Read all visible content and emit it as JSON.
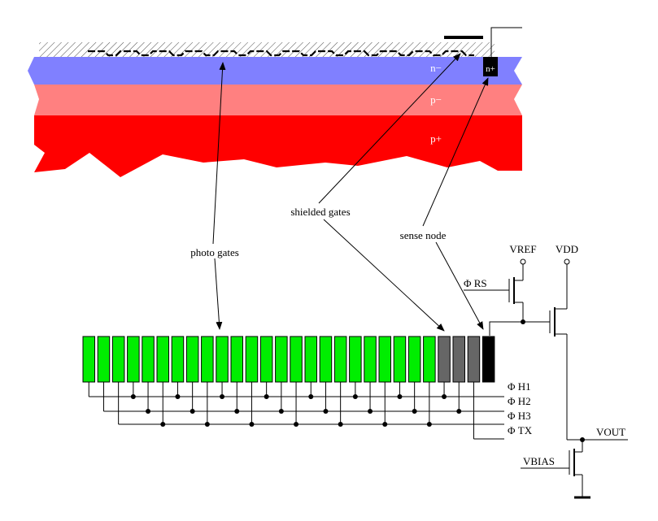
{
  "layers": {
    "n_minus": "n−",
    "p_minus": "p−",
    "p_plus": "p+",
    "n_plus": "n+"
  },
  "colors": {
    "n_minus": "#8080ff",
    "p_minus": "#ff8080",
    "p_plus": "#ff0000",
    "photo_gate": "#00ee00",
    "shielded_gate": "#666666",
    "sense_node": "#000000"
  },
  "callouts": {
    "photo_gates": "photo gates",
    "shielded_gates": "shielded gates",
    "sense_node": "sense node"
  },
  "signals": {
    "vref": "VREF",
    "vdd": "VDD",
    "phi_rs": "Φ RS",
    "phi_h1": "Φ H1",
    "phi_h2": "Φ H2",
    "phi_h3": "Φ H3",
    "phi_tx": "Φ TX",
    "vout": "VOUT",
    "vbias": "VBIAS"
  },
  "gates": {
    "photo_count": 24,
    "shielded_count": 3,
    "sense_count": 1,
    "phase_pattern": [
      "H1",
      "H2",
      "H3"
    ],
    "shielded_phases": [
      "H1",
      "H2",
      "TX"
    ]
  }
}
